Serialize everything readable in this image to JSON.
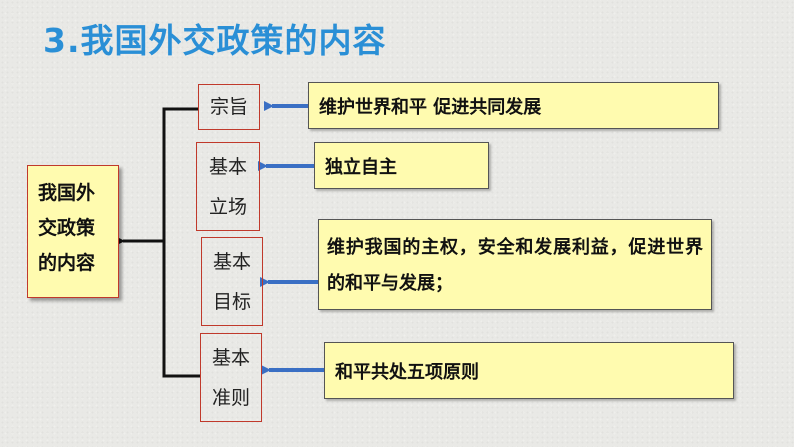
{
  "title": "3.我国外交政策的内容",
  "center": {
    "label": "我国外交政策的内容"
  },
  "items": [
    {
      "category": "宗旨",
      "content": "维护世界和平  促进共同发展"
    },
    {
      "category": "基本立场",
      "content": "独立自主"
    },
    {
      "category": "基本目标",
      "content": "维护我国的主权，安全和发展利益，促进世界的和平与发展；"
    },
    {
      "category": "基本准则",
      "content": "和平共处五项原则"
    }
  ],
  "colors": {
    "title": "#2a8fd6",
    "box_fill": "#fffbaf",
    "category_border": "#c0392b",
    "arrow": "#3a6fc4",
    "connector": "#111111"
  }
}
